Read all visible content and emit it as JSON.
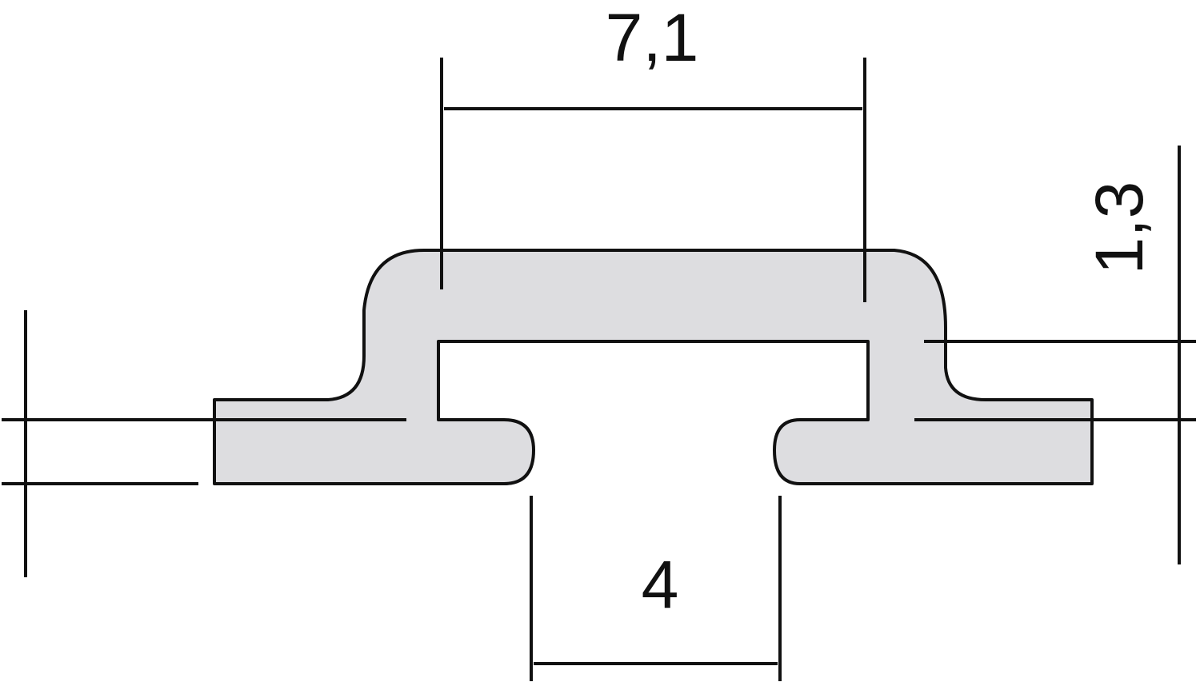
{
  "drawing": {
    "profile_fill": "#dddde0",
    "line_color": "#111111"
  },
  "dimensions": {
    "top_width": "7,1",
    "slot_width": "4",
    "right_height": "1,3",
    "left_thickness": ""
  }
}
